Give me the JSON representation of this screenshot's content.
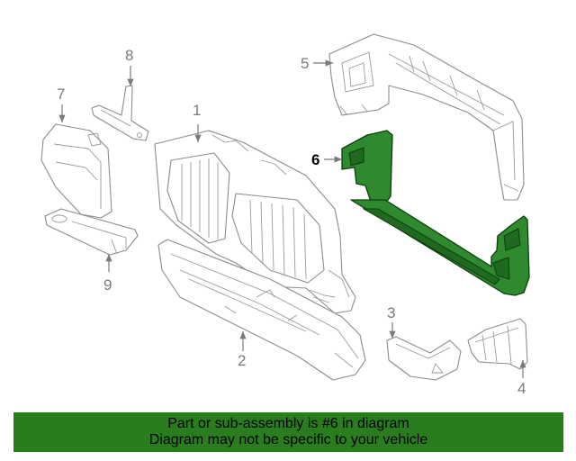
{
  "banner": {
    "line1": "Part or sub-assembly is #6 in diagram",
    "line2": "Diagram may not be specific to your vehicle",
    "background_color": "#2a7d1f",
    "highlight_color": "#2f8a2f"
  },
  "callouts": [
    {
      "id": "1",
      "label": "1"
    },
    {
      "id": "2",
      "label": "2"
    },
    {
      "id": "3",
      "label": "3"
    },
    {
      "id": "4",
      "label": "4"
    },
    {
      "id": "5",
      "label": "5"
    },
    {
      "id": "6",
      "label": "6",
      "highlighted": true
    },
    {
      "id": "7",
      "label": "7"
    },
    {
      "id": "8",
      "label": "8"
    },
    {
      "id": "9",
      "label": "9"
    }
  ]
}
